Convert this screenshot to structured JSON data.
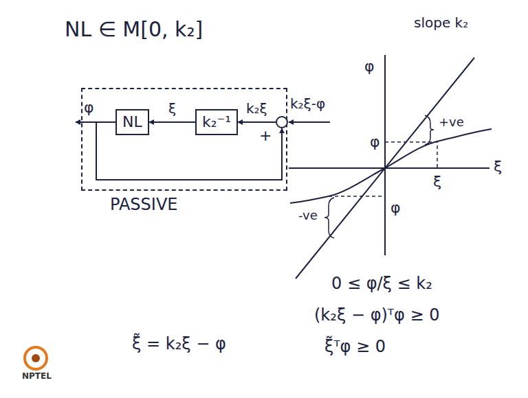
{
  "diagram": {
    "title": "NL ∈ M[0, k₂]",
    "nodes": [
      {
        "text": [
          "PASSIVE"
        ]
      },
      {
        "text": [
          "NL"
        ],
        "in": 0
      },
      {
        "text": [
          "k₂⁻¹"
        ],
        "in": 0
      },
      {
        "text": [
          "+"
        ],
        "in": 0
      }
    ],
    "edges": [
      {
        "from": 3,
        "to": 2,
        "label": "k₂ξ",
        "arrow": "to"
      },
      {
        "from": 2,
        "to": 1,
        "label": "ξ",
        "arrow": "to"
      },
      {
        "from": 1,
        "to": 3,
        "arrow": "to"
      }
    ],
    "labels": [
      "φ",
      "k₂ξ-φ",
      "φ",
      "slope k₂",
      "φ",
      "ξ",
      "ξ",
      "φ",
      "+ve",
      "-ve",
      "0 ≤ φ/ξ ≤ k₂",
      "(k₂ξ − φ)ᵀφ ≥ 0",
      "ξ̃ᵀφ ≥ 0",
      "ξ̃ = k₂ξ − φ",
      "NPTEL"
    ]
  }
}
